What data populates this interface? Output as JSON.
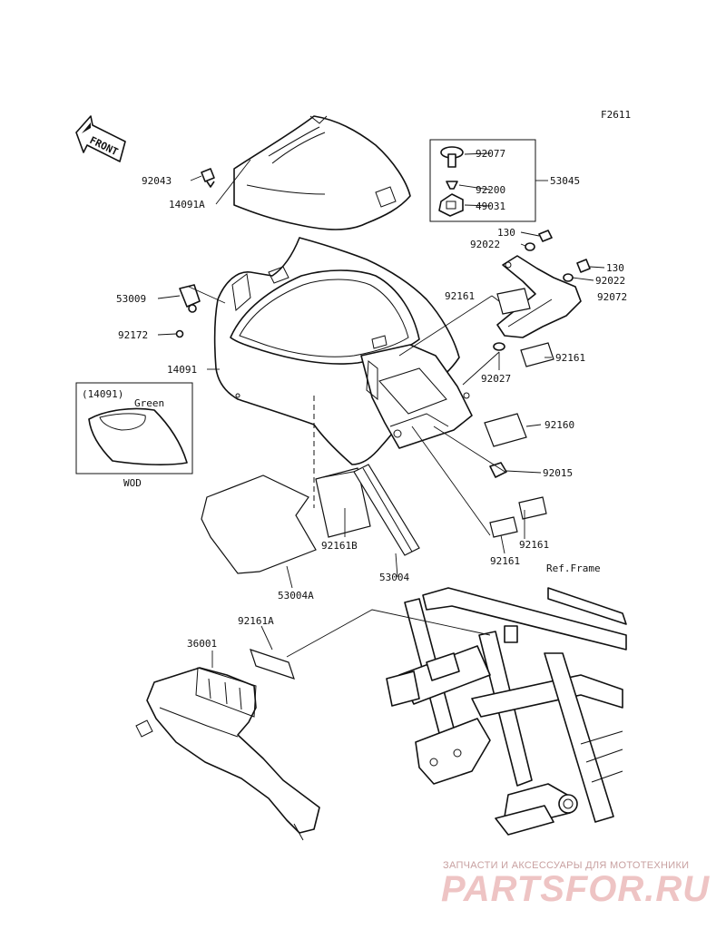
{
  "figure_id": "F2611",
  "front_label": "FRONT",
  "callouts": [
    {
      "id": "c-92043",
      "text": "92043"
    },
    {
      "id": "c-14091A",
      "text": "14091A"
    },
    {
      "id": "c-92077",
      "text": "92077"
    },
    {
      "id": "c-92200",
      "text": "92200"
    },
    {
      "id": "c-49031",
      "text": "49031"
    },
    {
      "id": "c-53045",
      "text": "53045"
    },
    {
      "id": "c-130a",
      "text": "130"
    },
    {
      "id": "c-92022a",
      "text": "92022"
    },
    {
      "id": "c-130b",
      "text": "130"
    },
    {
      "id": "c-92022b",
      "text": "92022"
    },
    {
      "id": "c-92072",
      "text": "92072"
    },
    {
      "id": "c-92161a",
      "text": "92161"
    },
    {
      "id": "c-53009",
      "text": "53009"
    },
    {
      "id": "c-92172",
      "text": "92172"
    },
    {
      "id": "c-92161b",
      "text": "92161"
    },
    {
      "id": "c-92027",
      "text": "92027"
    },
    {
      "id": "c-14091",
      "text": "14091"
    },
    {
      "id": "c-92160",
      "text": "92160"
    },
    {
      "id": "c-92015",
      "text": "92015"
    },
    {
      "id": "c-92161B",
      "text": "92161B"
    },
    {
      "id": "c-92161c",
      "text": "92161"
    },
    {
      "id": "c-92161d",
      "text": "92161"
    },
    {
      "id": "c-53004",
      "text": "53004"
    },
    {
      "id": "c-53004A",
      "text": "53004A"
    },
    {
      "id": "c-reframe",
      "text": "Ref.Frame"
    },
    {
      "id": "c-92161A",
      "text": "92161A"
    },
    {
      "id": "c-36001",
      "text": "36001"
    }
  ],
  "inset": {
    "part_ref": "(14091)",
    "color_label": "Green",
    "caption": "WOD"
  },
  "watermark": {
    "tagline": "ЗАПЧАСТИ И АКСЕССУАРЫ ДЛЯ МОТОТЕХНИКИ",
    "brand": "PARTSFOR.RU"
  }
}
